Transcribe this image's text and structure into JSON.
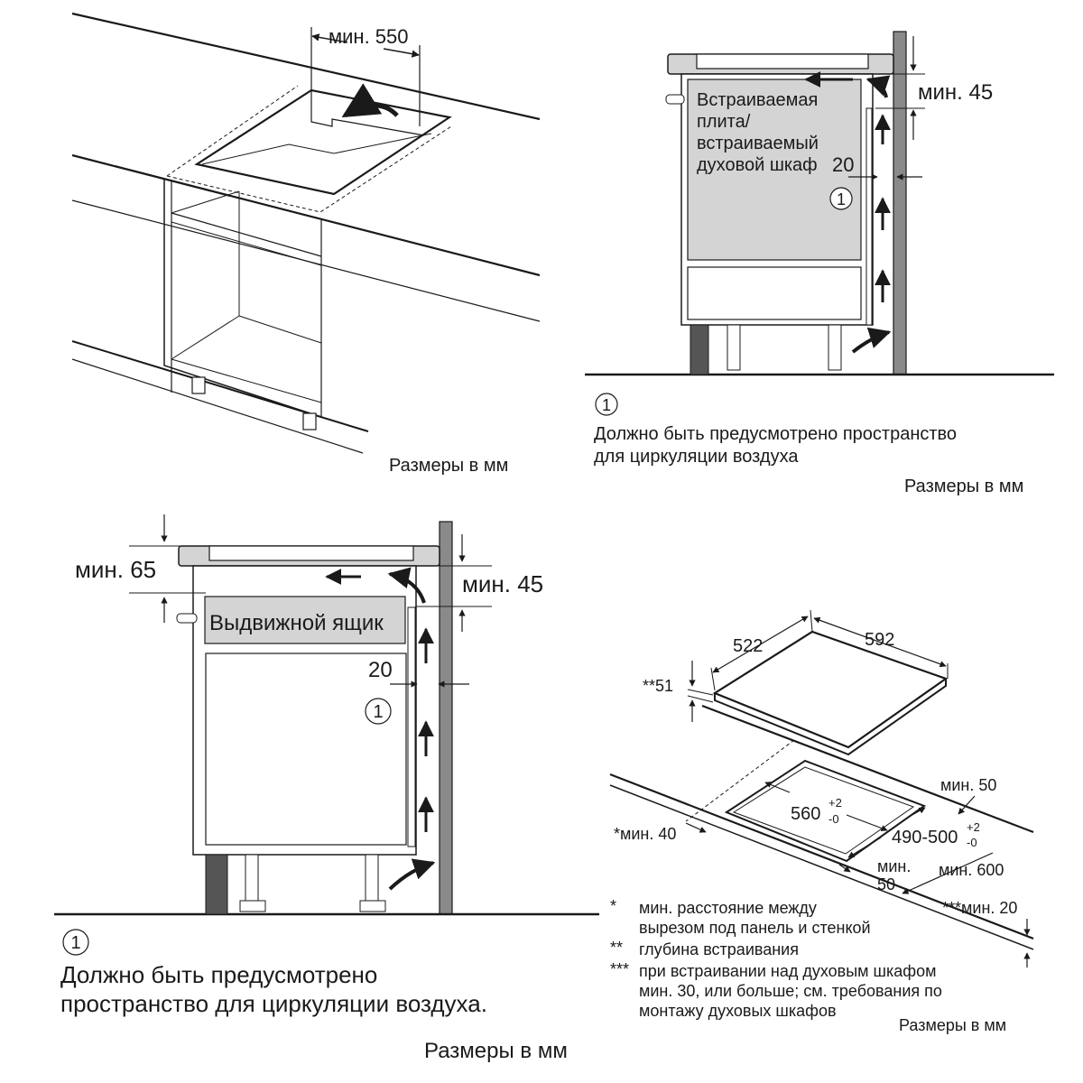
{
  "panel_tl": {
    "dim_min_550": "мин. 550",
    "units": "Размеры в мм"
  },
  "panel_tr": {
    "appliance_line1": "Встраиваемая",
    "appliance_line2": "плита/",
    "appliance_line3": "встраиваемый",
    "appliance_line4": "духовой шкаф",
    "dim_min_45": "мин. 45",
    "dim_20": "20",
    "marker": "1",
    "note_marker": "1",
    "note_line1": "Должно быть предусмотрено пространство",
    "note_line2": "для циркуляции воздуха",
    "units": "Размеры в мм"
  },
  "panel_bl": {
    "dim_min_65": "мин. 65",
    "dim_min_45": "мин. 45",
    "drawer_label": "Выдвижной ящик",
    "dim_20": "20",
    "marker": "1",
    "note_marker": "1",
    "note_line1": "Должно быть предусмотрено",
    "note_line2": "пространство для циркуляции воздуха.",
    "units": "Размеры в мм"
  },
  "panel_br": {
    "dim_522": "522",
    "dim_592": "592",
    "dim_51": "**51",
    "dim_min_50_top": "мин. 50",
    "dim_560": "560",
    "dim_560_tol_plus": "+2",
    "dim_560_tol_minus": "-0",
    "dim_min_40": "*мин. 40",
    "dim_490_500": "490-500",
    "dim_490_tol_plus": "+2",
    "dim_490_tol_minus": "-0",
    "dim_min_50_bottom_l1": "мин.",
    "dim_min_50_bottom_l2": "50",
    "dim_min_600": "мин. 600",
    "dim_min_20": "***мин. 20",
    "footnote1_mark": "*",
    "footnote1_l1": "мин. расстояние между",
    "footnote1_l2": "вырезом под панель и стенкой",
    "footnote2_mark": "**",
    "footnote2_l1": "глубина встраивания",
    "footnote3_mark": "***",
    "footnote3_l1": "при встраивании над духовым шкафом",
    "footnote3_l2": "мин. 30, или больше; см. требования по",
    "footnote3_l3": "монтажу духовых шкафов",
    "units": "Размеры в мм"
  },
  "colors": {
    "line": "#1a1a1a",
    "panel_grey": "#d4d4d4",
    "wall_grey": "#8a8a8a",
    "leg_dark": "#555555"
  }
}
